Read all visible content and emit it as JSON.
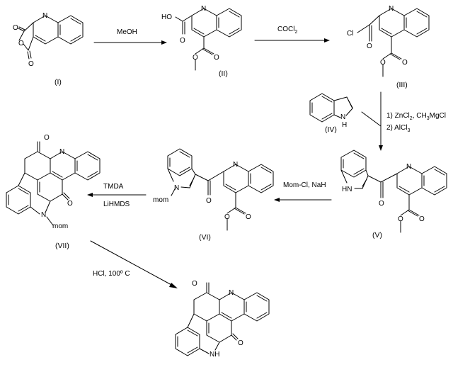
{
  "compounds": {
    "c1": {
      "label": "(I)",
      "atoms": {
        "n": "N",
        "o1": "O",
        "o2": "O",
        "o3": "O"
      }
    },
    "c2": {
      "label": "(II)",
      "atoms": {
        "n": "N",
        "ho": "HO",
        "o1": "O",
        "o2": "O",
        "o3": "O"
      }
    },
    "c3": {
      "label": "(III)",
      "atoms": {
        "n": "N",
        "cl": "Cl",
        "o1": "O",
        "o2": "O",
        "o3": "O"
      }
    },
    "c4": {
      "label": "(IV)",
      "atoms": {
        "n": "N",
        "h": "H"
      }
    },
    "c5": {
      "label": "(V)",
      "atoms": {
        "n": "N",
        "hn": "HN",
        "o1": "O",
        "o2": "O",
        "o3": "O"
      }
    },
    "c6": {
      "label": "(VI)",
      "atoms": {
        "n": "N",
        "n2": "N",
        "mom": "mom",
        "o1": "O",
        "o2": "O",
        "o3": "O"
      }
    },
    "c7": {
      "label": "(VII)",
      "atoms": {
        "n": "N",
        "n2": "N",
        "mom": "mom",
        "o1": "O",
        "o2": "O"
      }
    },
    "c8": {
      "atoms": {
        "n": "N",
        "nh": "NH",
        "o1": "O",
        "o2": "O"
      }
    }
  },
  "reagents": {
    "step1": "MeOH",
    "step2": {
      "main": "COCl",
      "sub": "2"
    },
    "step3": {
      "line1_a": "1) ZnCl",
      "line1_sub1": "2",
      "line1_b": ", CH",
      "line1_sub2": "3",
      "line1_c": "MgCl",
      "line2_a": "2) AlCl",
      "line2_sub": "3"
    },
    "step4": "Mom-Cl, NaH",
    "step5": {
      "line1": "TMDA",
      "line2": "LiHMDS"
    },
    "step6": "HCl, 100º C"
  }
}
